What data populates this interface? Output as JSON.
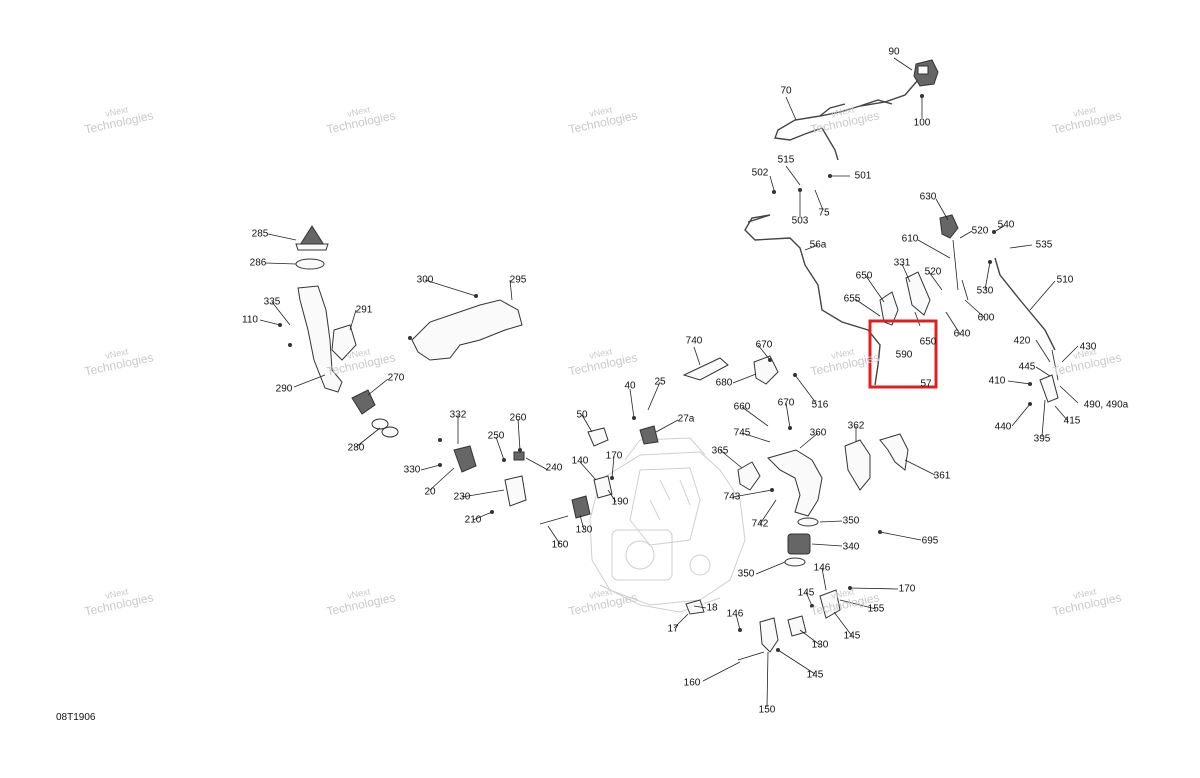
{
  "diagram": {
    "reference_code": "08T1906",
    "watermark": {
      "line1": "vNext",
      "line2": "Technologies"
    },
    "highlight_color": "#e02020",
    "callouts": [
      "90",
      "70",
      "100",
      "515",
      "502",
      "501",
      "503",
      "75",
      "56a",
      "630",
      "520",
      "540",
      "535",
      "610",
      "331",
      "520",
      "650",
      "655",
      "510",
      "530",
      "600",
      "640",
      "650",
      "590",
      "57",
      "285",
      "286",
      "300",
      "295",
      "335",
      "291",
      "110",
      "290",
      "270",
      "280",
      "740",
      "670",
      "680",
      "516",
      "420",
      "430",
      "445",
      "410",
      "490, 490a",
      "440",
      "395",
      "415",
      "40",
      "25",
      "27a",
      "332",
      "260",
      "250",
      "240",
      "330",
      "20",
      "50",
      "140",
      "170",
      "190",
      "230",
      "210",
      "130",
      "160",
      "660",
      "670",
      "745",
      "360",
      "362",
      "361",
      "365",
      "743",
      "742",
      "350",
      "340",
      "695",
      "350",
      "146",
      "170",
      "155",
      "145",
      "145",
      "130",
      "18",
      "17",
      "146",
      "160",
      "145",
      "150"
    ]
  }
}
